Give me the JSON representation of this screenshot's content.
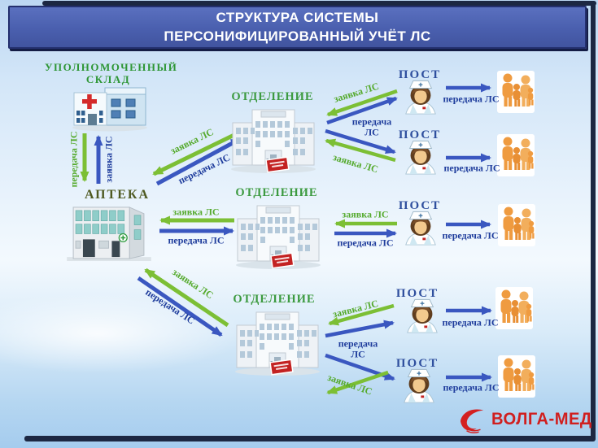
{
  "title": {
    "line1": "СТРУКТУРА СИСТЕМЫ",
    "line2": "ПЕРСОНИФИЦИРОВАННЫЙ УЧЁТ ЛС"
  },
  "flows": {
    "request": "заявка ЛС",
    "transfer": "передача ЛС"
  },
  "nodes": {
    "warehouse": {
      "label_line1": "УПОЛНОМОЧЕННЫЙ",
      "label_line2": "СКЛАД"
    },
    "pharmacy": {
      "label": "АПТЕКА"
    },
    "departments": [
      {
        "label": "ОТДЕЛЕНИЕ"
      },
      {
        "label": "ОТДЕЛЕНИЕ"
      },
      {
        "label": "ОТДЕЛЕНИЕ"
      }
    ],
    "posts": [
      {
        "label": "ПОСТ"
      },
      {
        "label": "ПОСТ"
      },
      {
        "label": "ПОСТ"
      },
      {
        "label": "ПОСТ"
      },
      {
        "label": "ПОСТ"
      }
    ]
  },
  "logo": {
    "text": "ВОЛГА-МЕД"
  },
  "colors": {
    "arrow_request_green": "#7cbf35",
    "arrow_transfer_blue": "#3a57c0",
    "label_request_green": "#55aa2d",
    "label_transfer_blue": "#1e3c9c",
    "title_bar_blue": "#4a5fae",
    "frame_navy": "#1c2742",
    "department_label_green": "#3c9a40",
    "post_label_blue": "#2f4f9e",
    "pharmacy_label_olive": "#4f5a22",
    "logo_red": "#d01f1f",
    "patients_orange": "#ef9b40"
  }
}
